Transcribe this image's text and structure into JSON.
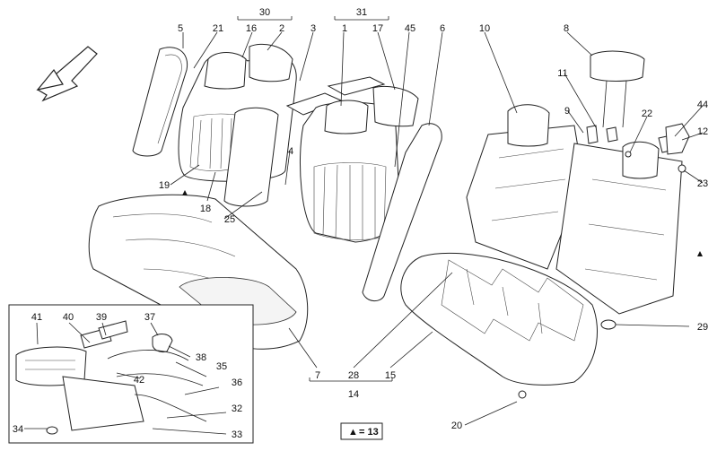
{
  "callouts": [
    "1",
    "2",
    "3",
    "4",
    "5",
    "6",
    "7",
    "8",
    "9",
    "10",
    "11",
    "12",
    "13",
    "14",
    "15",
    "16",
    "17",
    "18",
    "19",
    "20",
    "21",
    "22",
    "23",
    "25",
    "28",
    "29",
    "30",
    "31",
    "32",
    "33",
    "34",
    "35",
    "36",
    "37",
    "38",
    "39",
    "40",
    "41",
    "42",
    "44",
    "45"
  ],
  "legend": {
    "symbol": "▲",
    "text": "= 13"
  },
  "icons": {
    "direction_arrow": "direction-arrow-icon",
    "marker": "triangle-marker-icon"
  }
}
